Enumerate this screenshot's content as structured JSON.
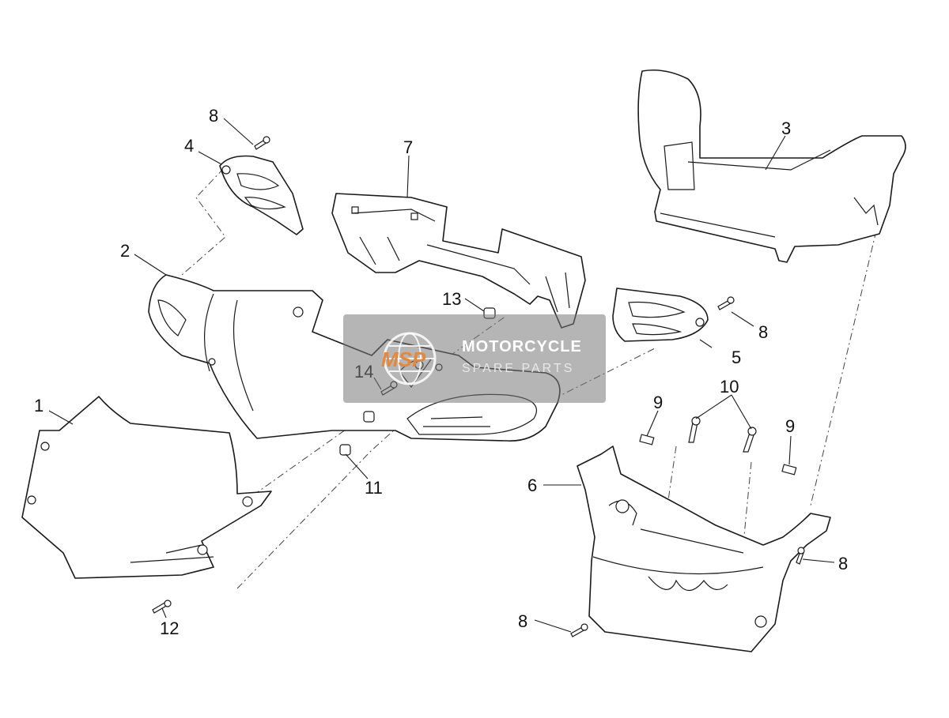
{
  "callouts": [
    {
      "id": "1",
      "label": "1"
    },
    {
      "id": "2",
      "label": "2"
    },
    {
      "id": "3",
      "label": "3"
    },
    {
      "id": "4",
      "label": "4"
    },
    {
      "id": "5",
      "label": "5"
    },
    {
      "id": "6",
      "label": "6"
    },
    {
      "id": "7",
      "label": "7"
    },
    {
      "id": "8a",
      "label": "8"
    },
    {
      "id": "8b",
      "label": "8"
    },
    {
      "id": "8c",
      "label": "8"
    },
    {
      "id": "8d",
      "label": "8"
    },
    {
      "id": "9a",
      "label": "9"
    },
    {
      "id": "9b",
      "label": "9"
    },
    {
      "id": "10",
      "label": "10"
    },
    {
      "id": "11",
      "label": "11"
    },
    {
      "id": "12",
      "label": "12"
    },
    {
      "id": "13",
      "label": "13"
    },
    {
      "id": "14",
      "label": "14"
    }
  ],
  "watermark": {
    "line1": "MOTORCYCLE",
    "line2": "SPARE PARTS",
    "abbr": "MSP",
    "color": "#787878",
    "accent": "#e3883c"
  }
}
